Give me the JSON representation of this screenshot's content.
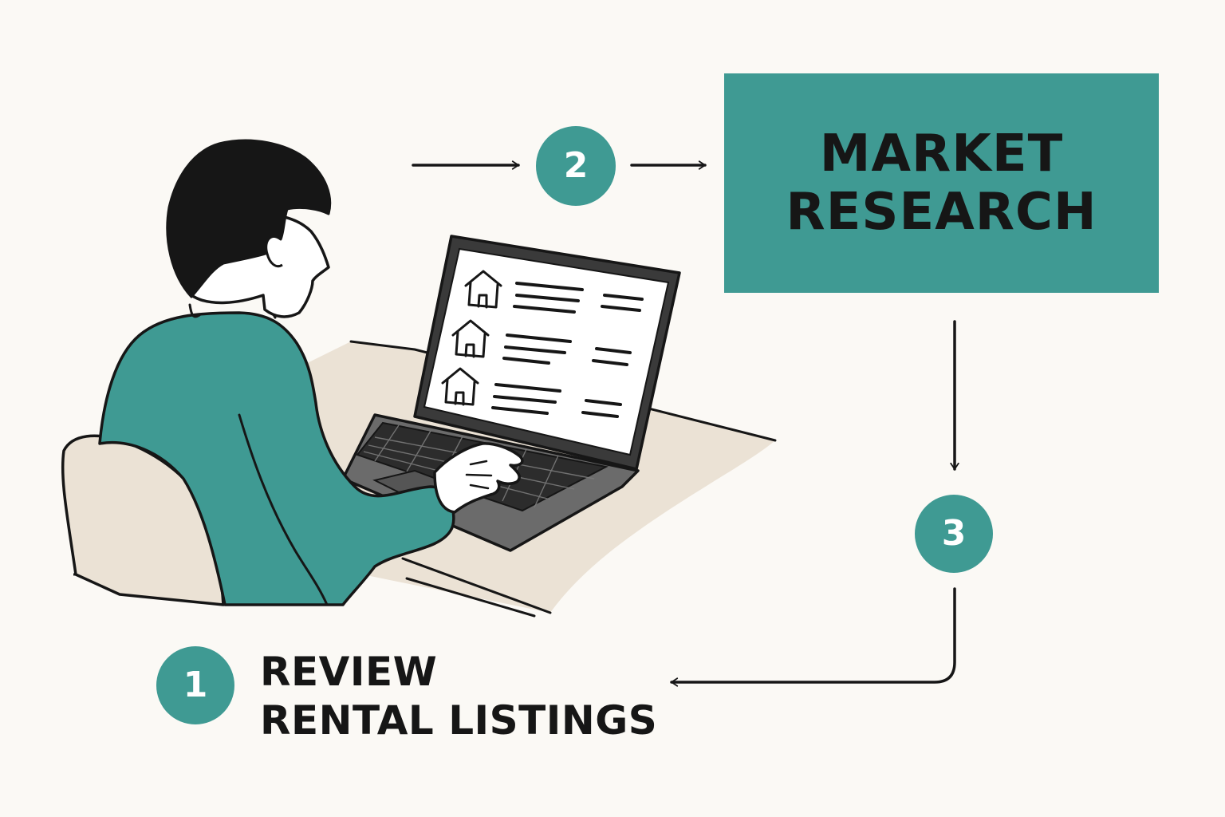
{
  "colors": {
    "background": "#fbf9f5",
    "accent": "#3f9a93",
    "ink": "#161616",
    "skin": "#ffffff",
    "desk": "#ebe2d5",
    "laptop_body": "#6b6b6b",
    "laptop_screen": "#ffffff",
    "hair": "#161616"
  },
  "steps": [
    {
      "number": "1",
      "lines": [
        "REVIEW",
        "RENTAL LISTINGS"
      ]
    },
    {
      "number": "2",
      "lines": [
        "MARKET",
        "RESEARCH"
      ]
    },
    {
      "number": "3"
    }
  ],
  "illustration": {
    "subject": "person-at-laptop",
    "screen_icons": [
      "house-icon",
      "house-icon",
      "house-icon"
    ]
  }
}
